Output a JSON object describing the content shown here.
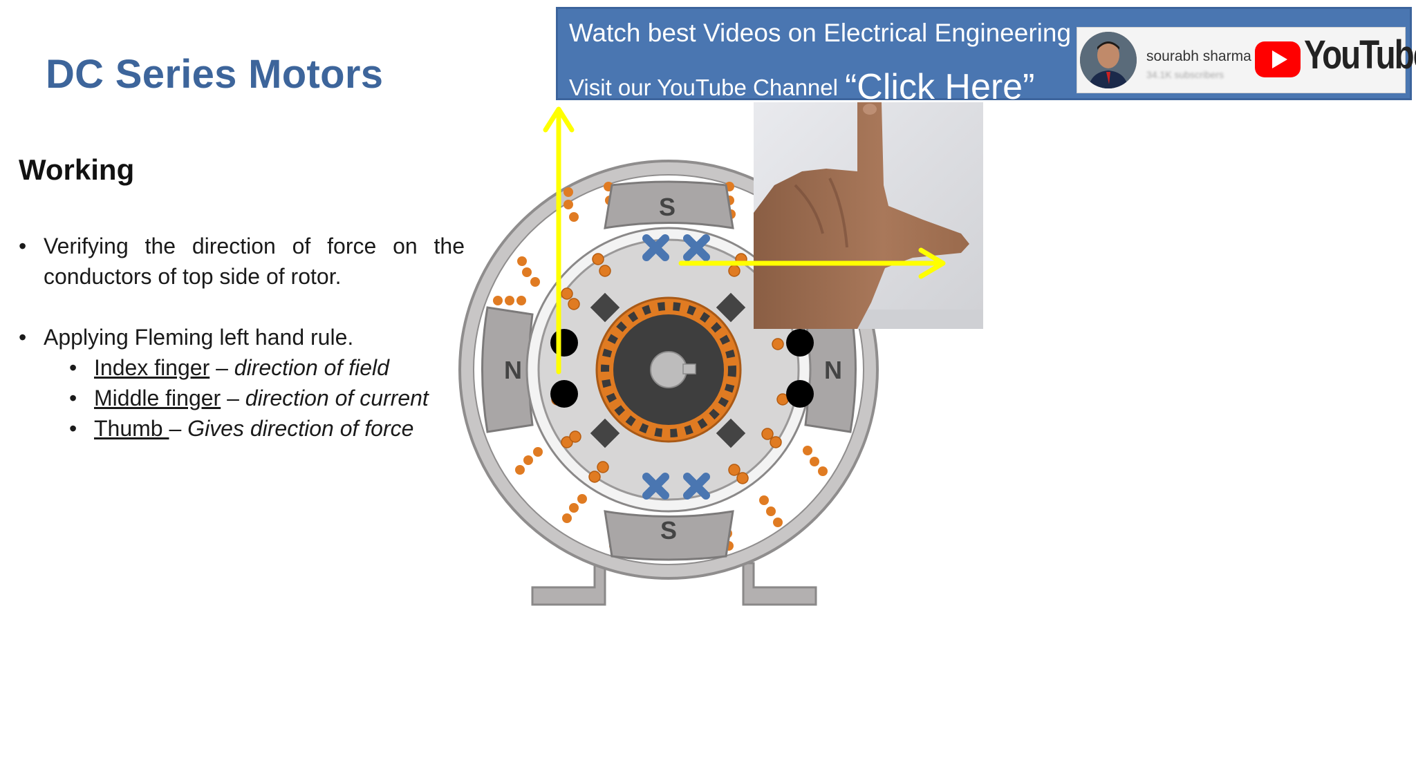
{
  "slide": {
    "title": "DC Series Motors",
    "section_heading": "Working"
  },
  "bullets": {
    "item1": "Verifying the direction of force on the conductors of top side of rotor.",
    "item2": "Applying Fleming left hand rule.",
    "sub_items": [
      {
        "term": "Index finger",
        "sep": " – ",
        "desc": "direction of field"
      },
      {
        "term": "Middle finger",
        "sep": " – ",
        "desc": "direction of current"
      },
      {
        "term": "Thumb ",
        "sep": "– ",
        "desc": "Gives direction of force"
      }
    ]
  },
  "banner": {
    "line1": "Watch best Videos on Electrical Engineering",
    "line2": "Visit our YouTube Channel",
    "cta": "“Click Here”",
    "channel_name": "sourabh sharma",
    "channel_subs": "34.1K subscribers",
    "platform": "YouTube",
    "colors": {
      "background": "#4a76b1",
      "youtube_red": "#ff0000"
    }
  },
  "diagram": {
    "pole_labels": {
      "top": "S",
      "bottom": "S",
      "left": "N",
      "right": "N"
    },
    "colors": {
      "arrow": "#ffff00",
      "cross_marker": "#4a76b1",
      "dot_marker": "#000000",
      "winding": "#e07b22",
      "pole": "#a9a6a6",
      "frame": "#9a9898"
    }
  },
  "icons": [
    "youtube-play-icon",
    "channel-avatar",
    "hand-photo",
    "cross-marker-icon",
    "dot-marker-icon"
  ]
}
